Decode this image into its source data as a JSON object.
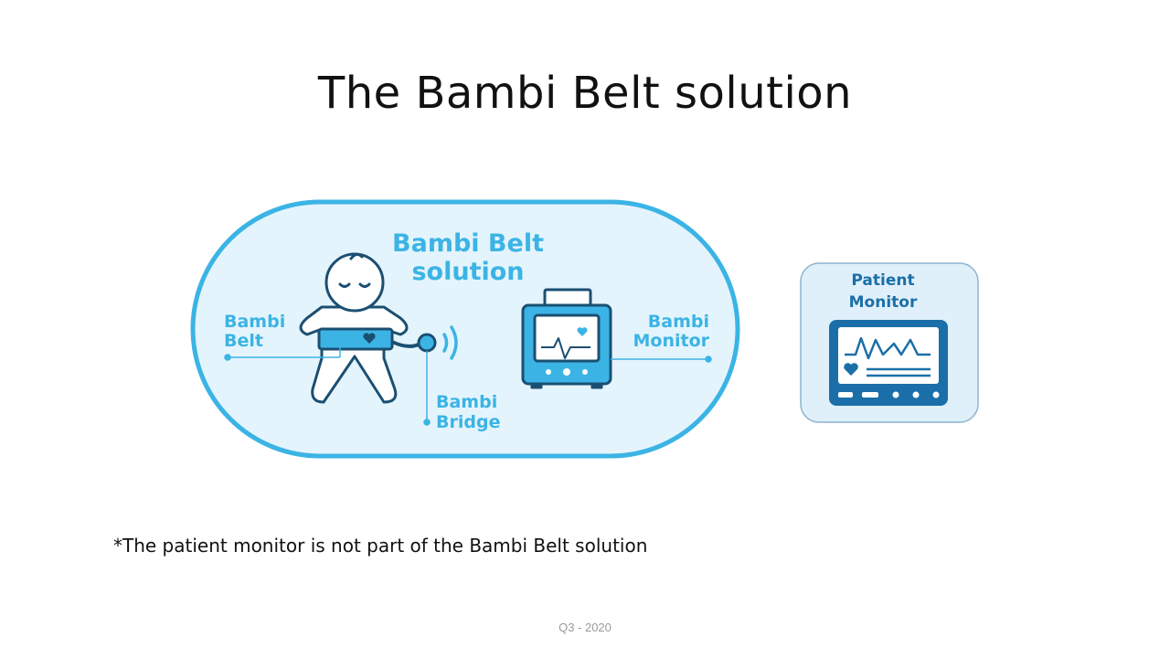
{
  "slide": {
    "title": "The Bambi Belt solution",
    "footnote": "*The patient monitor is not part of the Bambi Belt solution",
    "footer": "Q3 - 2020"
  },
  "diagram": {
    "solution_heading_line1": "Bambi Belt",
    "solution_heading_line2": "solution",
    "belt_label_line1": "Bambi",
    "belt_label_line2": "Belt",
    "bridge_label_line1": "Bambi",
    "bridge_label_line2": "Bridge",
    "monitor_label_line1": "Bambi",
    "monitor_label_line2": "Monitor",
    "patient_monitor_line1": "Patient",
    "patient_monitor_line2": "Monitor"
  },
  "colors": {
    "accent": "#3bb4e5",
    "accent_fill": "#e4f4fc",
    "navy": "#1b4f72",
    "patient_monitor_blue": "#1b6fa8",
    "patient_monitor_bg": "#dff0fb"
  },
  "icons": [
    "baby-icon",
    "belt-heart-icon",
    "bridge-sensor-icon",
    "signal-waves-icon",
    "bambi-monitor-icon",
    "patient-monitor-icon"
  ]
}
